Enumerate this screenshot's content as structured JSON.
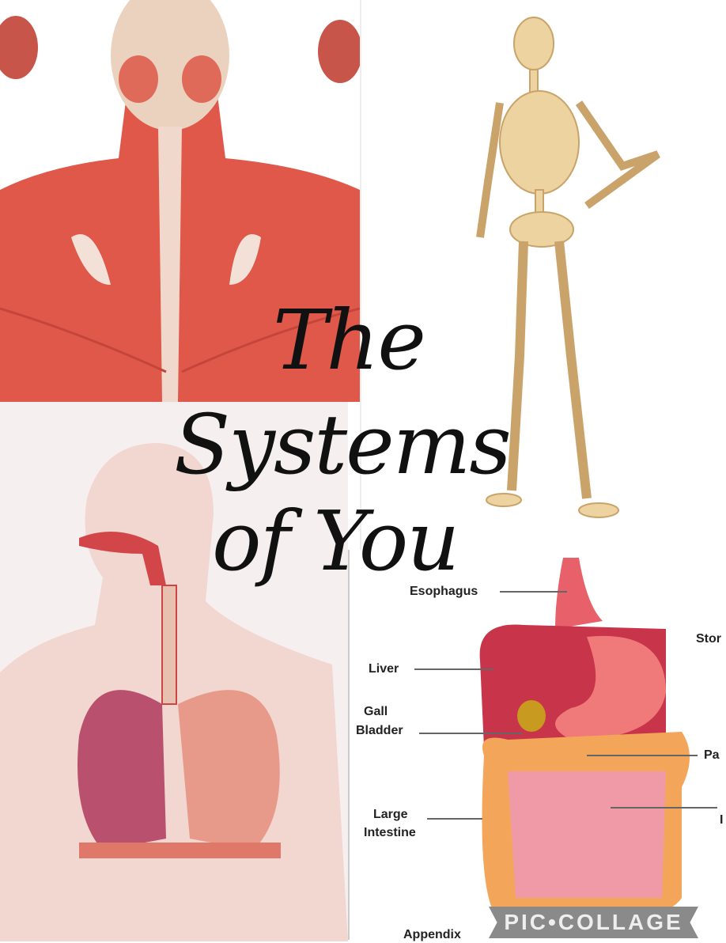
{
  "title": {
    "line1": "The",
    "line2": "Systems",
    "line3": "of You"
  },
  "digestive_labels": {
    "esophagus": "Esophagus",
    "stomach": "Stor",
    "liver": "Liver",
    "gall_bladder_1": "Gall",
    "gall_bladder_2": "Bladder",
    "pancreas": "Pa",
    "large_intestine_1": "Large",
    "large_intestine_2": "Intestine",
    "small_intestine": "I",
    "appendix": "Appendix"
  },
  "watermark": "PIC•COLLAGE",
  "colors": {
    "muscle": "#e0584a",
    "bone": "#ecd3a0",
    "lung": "#b8506e",
    "organ": "#e8606a",
    "colon": "#f3a55a"
  }
}
